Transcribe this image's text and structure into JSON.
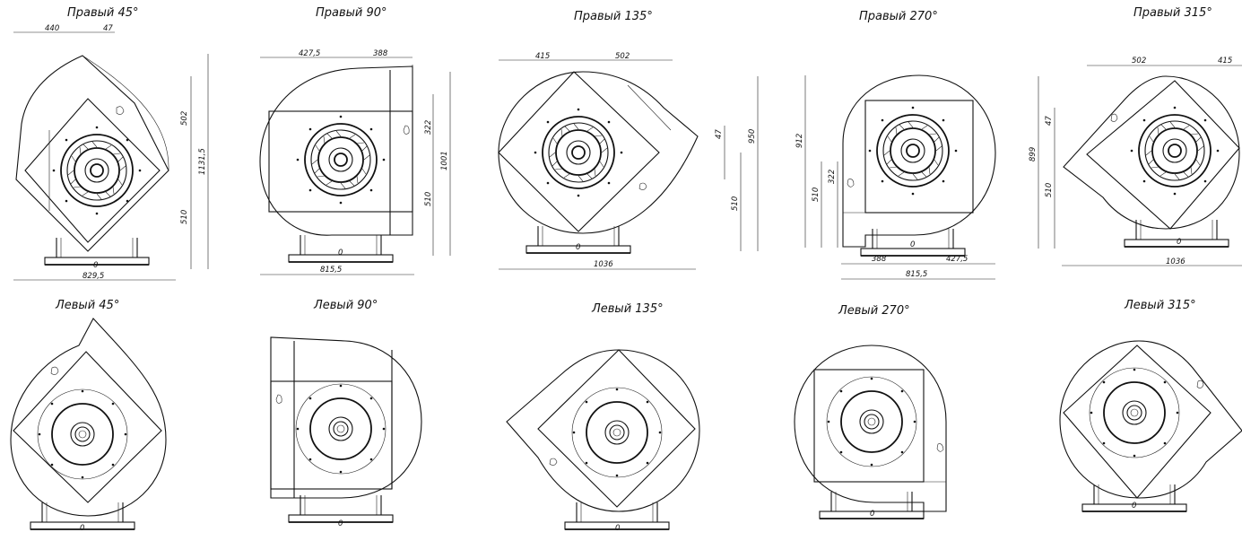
{
  "top_row": [
    {
      "title": "Правый 45°",
      "dims": [
        "440",
        "47",
        "502",
        "1131,5",
        "510",
        "0",
        "829,5"
      ]
    },
    {
      "title": "Правый 90°",
      "dims": [
        "427,5",
        "388",
        "322",
        "1001",
        "510",
        "0",
        "815,5"
      ]
    },
    {
      "title": "Правый 135°",
      "dims": [
        "415",
        "502",
        "47",
        "950",
        "510",
        "0",
        "1036"
      ]
    },
    {
      "title": "Правый 270°",
      "dims": [
        "912",
        "322",
        "510",
        "0",
        "388",
        "427,5",
        "815,5"
      ]
    },
    {
      "title": "Правый 315°",
      "dims": [
        "502",
        "415",
        "47",
        "899",
        "510",
        "0",
        "1036"
      ]
    }
  ],
  "bottom_row": [
    {
      "title": "Левый 45°",
      "dims": [
        "0"
      ]
    },
    {
      "title": "Левый 90°",
      "dims": [
        "0"
      ]
    },
    {
      "title": "Левый 135°",
      "dims": [
        "0"
      ]
    },
    {
      "title": "Левый 270°",
      "dims": [
        "0"
      ]
    },
    {
      "title": "Левый 315°",
      "dims": [
        "0"
      ]
    }
  ]
}
